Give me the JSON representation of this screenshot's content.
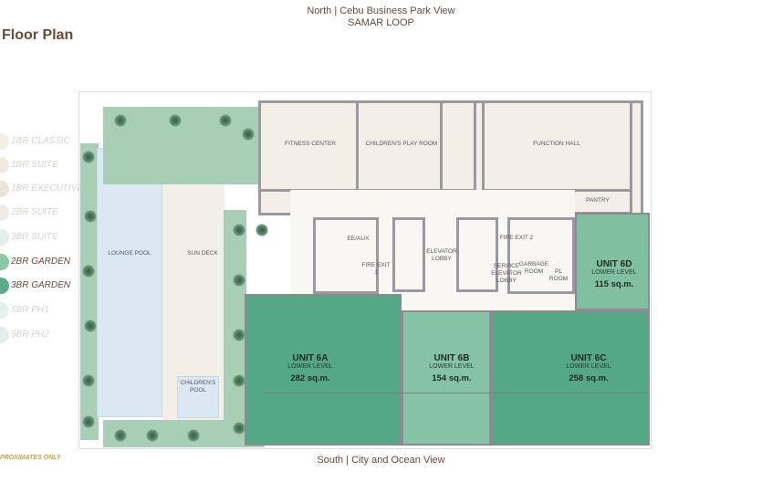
{
  "header": {
    "north": "North | Cebu Business Park View",
    "road": "SAMAR LOOP",
    "south": "South | City and Ocean View"
  },
  "title": "Floor Plan",
  "note": "PROXIMATES ONLY",
  "legend": [
    {
      "label": "1BR CLASSIC",
      "color": "#f4efe5",
      "active": false
    },
    {
      "label": "1BR SUITE",
      "color": "#efe9e0",
      "active": false
    },
    {
      "label": "1BR EXECUTIVE",
      "color": "#e9e5dc",
      "active": false
    },
    {
      "label": "2BR SUITE",
      "color": "#efece8",
      "active": false
    },
    {
      "label": "3BR SUITE",
      "color": "#e2efeb",
      "active": false
    },
    {
      "label": "2BR GARDEN",
      "color": "#8cc6a9",
      "active": true
    },
    {
      "label": "3BR GARDEN",
      "color": "#58ab86",
      "active": true
    },
    {
      "label": "5BR PH1",
      "color": "#e6f0ee",
      "active": false
    },
    {
      "label": "5BR PH2",
      "color": "#e2eeee",
      "active": false
    }
  ],
  "rooms": {
    "fitness": "FITNESS CENTER",
    "play": "CHILDREN'S PLAY ROOM",
    "function": "FUNCTION HALL",
    "pantry": "PANTRY",
    "lounge": "LOUNGE POOL",
    "sundeck": "SUN DECK",
    "kidspool": "CHILDREN'S POOL",
    "eeaux": "EE/AUX",
    "fire1": "FIRE EXIT 1",
    "fire2": "FIRE EXIT 2",
    "elevlobby": "ELEVATOR LOBBY",
    "servlobby": "SERVICE ELEVATOR LOBBY",
    "garbage": "GARBAGE ROOM",
    "pl": "PL ROOM"
  },
  "units": [
    {
      "name": "UNIT 6A",
      "level": "LOWER LEVEL",
      "area": "282 sq.m."
    },
    {
      "name": "UNIT 6B",
      "level": "LOWER LEVEL",
      "area": "154 sq.m."
    },
    {
      "name": "UNIT 6C",
      "level": "LOWER LEVEL",
      "area": "258 sq.m."
    },
    {
      "name": "UNIT 6D",
      "level": "LOWER LEVEL",
      "area": "115 sq.m."
    }
  ],
  "colors": {
    "garden": "#a8cfb5",
    "pool": "#d9e8f2",
    "deck": "#f3efe8",
    "wall": "#9e97a0",
    "unit_dark": "#55a886",
    "unit_light": "#86c2a6"
  }
}
